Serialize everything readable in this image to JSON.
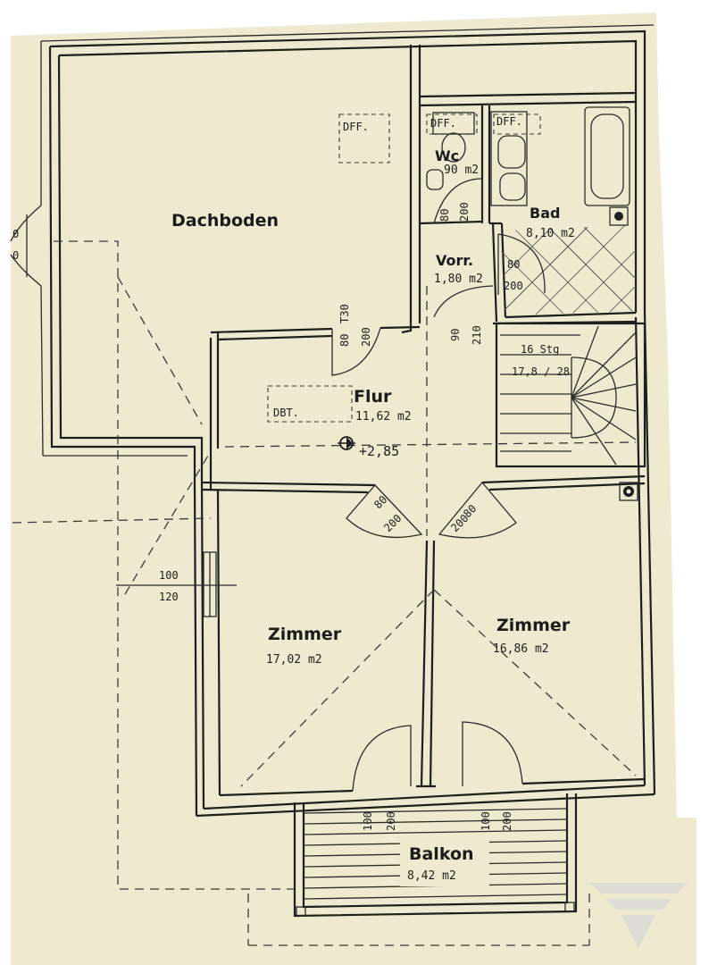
{
  "colors": {
    "paper": "#efe9cf",
    "ink": "#1e1e1e",
    "logo": "#d8d8d8"
  },
  "rooms": {
    "dachboden": {
      "name": "Dachboden"
    },
    "wc": {
      "name": "Wc",
      "area": "90 m2"
    },
    "bad": {
      "name": "Bad",
      "area": "8,10 m2"
    },
    "vorr": {
      "name": "Vorr.",
      "area": "1,80 m2"
    },
    "flur": {
      "name": "Flur",
      "area": "11,62 m2"
    },
    "zimmer_left": {
      "name": "Zimmer",
      "area": "17,02 m2"
    },
    "zimmer_right": {
      "name": "Zimmer",
      "area": "16,86 m2"
    },
    "balkon": {
      "name": "Balkon",
      "area": "8,42 m2"
    }
  },
  "stairs": {
    "count": "16 Stg",
    "ratio": "17,8 / 28"
  },
  "labels": {
    "dff_1": "DFF.",
    "dff_2": "DFF.",
    "dff_3": "DFF.",
    "dbt": "DBT."
  },
  "level": "+2,85",
  "doors": {
    "dachboden": {
      "width": "80",
      "height": "200",
      "rating": "T30"
    },
    "wc": {
      "width": "80",
      "height": "200"
    },
    "bad": {
      "width": "80",
      "height": "200"
    },
    "vorr": {
      "width": "90",
      "height": "210"
    },
    "zimmer_left": {
      "width": "80",
      "height": "200"
    },
    "zimmer_right": {
      "width": "80",
      "height": "200"
    },
    "balkon_left": {
      "width": "100",
      "height": "200"
    },
    "balkon_right": {
      "width": "100",
      "height": "200"
    }
  },
  "window_left": {
    "width": "100",
    "height": "120"
  },
  "edge_marks": {
    "top": "0",
    "bottom": "0"
  }
}
